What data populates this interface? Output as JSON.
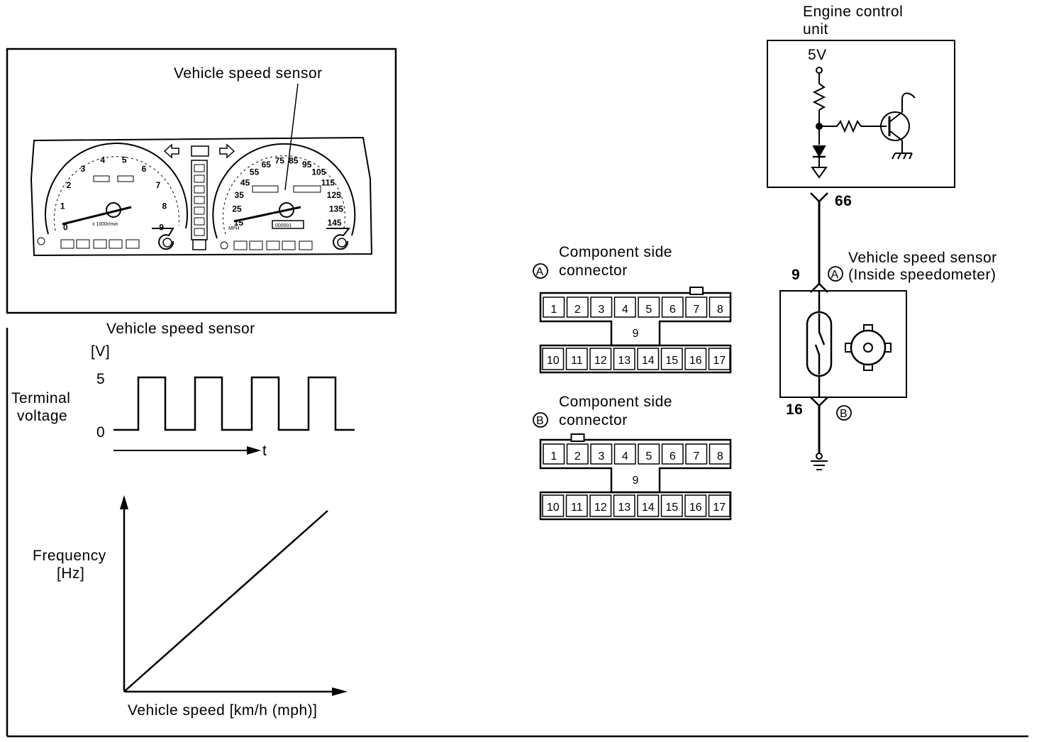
{
  "colors": {
    "ink": "#000000",
    "paper": "#ffffff"
  },
  "cluster_panel": {
    "callout": "Vehicle speed sensor",
    "tach_numbers": [
      "0",
      "1",
      "2",
      "3",
      "4",
      "5",
      "6",
      "7",
      "8",
      "9"
    ],
    "tach_unit": "x 1000r/min",
    "speedo_numbers": [
      "15",
      "25",
      "35",
      "45",
      "55",
      "65",
      "75",
      "85",
      "95",
      "105",
      "115",
      "125",
      "135",
      "145"
    ],
    "speedo_unit": "MPH",
    "odometer": "000001"
  },
  "waveform": {
    "title": "Vehicle speed sensor",
    "y_unit": "[V]",
    "y_label_line1": "Terminal",
    "y_label_line2": "voltage",
    "high_value": "5",
    "low_value": "0",
    "time_label": "t",
    "cycles": 4
  },
  "frequency_graph": {
    "y_label_line1": "Frequency",
    "y_label_line2": "[Hz]",
    "x_label": "Vehicle speed [km/h (mph)]"
  },
  "connector_a": {
    "label_line1": "Component side",
    "label_line2": "connector",
    "marker": "A",
    "top_pins": [
      "1",
      "2",
      "3",
      "4",
      "5",
      "6",
      "7",
      "8"
    ],
    "middle_pin": "9",
    "bottom_pins": [
      "10",
      "11",
      "12",
      "13",
      "14",
      "15",
      "16",
      "17"
    ]
  },
  "connector_b": {
    "label_line1": "Component side",
    "label_line2": "connector",
    "marker": "B",
    "top_pins": [
      "1",
      "2",
      "3",
      "4",
      "5",
      "6",
      "7",
      "8"
    ],
    "middle_pin": "9",
    "bottom_pins": [
      "10",
      "11",
      "12",
      "13",
      "14",
      "15",
      "16",
      "17"
    ]
  },
  "circuit": {
    "ecu_label_line1": "Engine control",
    "ecu_label_line2": "unit",
    "supply": "5V",
    "ecu_terminal": "66",
    "sensor_label_line1": "Vehicle speed sensor",
    "sensor_label_line2": "(Inside speedometer)",
    "sensor_terminal_top": "9",
    "sensor_terminal_bottom": "16",
    "marker_top": "A",
    "marker_bottom": "B"
  }
}
